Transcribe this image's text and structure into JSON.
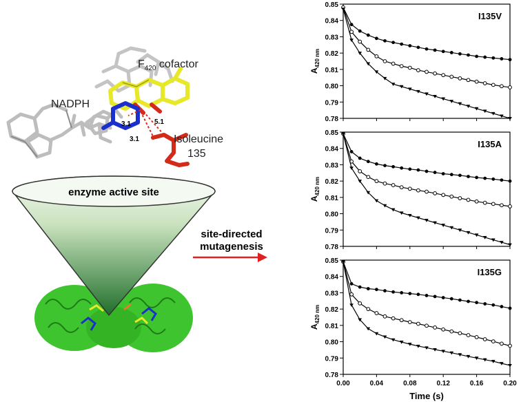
{
  "structure": {
    "cofactor_label": "F",
    "cofactor_subscript": "420",
    "cofactor_suffix": " cofactor",
    "nadph_label": "NADPH",
    "residue_label_line1": "Isoleucine",
    "residue_label_line2": "135",
    "distances": [
      "3.1",
      "5.1",
      "3.1"
    ],
    "colors": {
      "cofactor": "#e8e82a",
      "residue": "#d42a1a",
      "nadph": "#bdbdbd",
      "ring": "#1a2fcc"
    }
  },
  "cone": {
    "label": "enzyme active site",
    "colors": {
      "top": "#f2f8ee",
      "bottom": "#1f6e2a"
    },
    "protein_color": "#3ec42e"
  },
  "arrow": {
    "line1": "site-directed",
    "line2": "mutagenesis",
    "color": "#e02020"
  },
  "chart_data": [
    {
      "type": "line",
      "title": "I135V",
      "ylabel": "A",
      "ylabel_sub": "420 nm",
      "xlim": [
        0,
        0.2
      ],
      "ylim": [
        0.78,
        0.85
      ],
      "yticks": [
        0.85,
        0.84,
        0.83,
        0.82,
        0.81,
        0.8,
        0.79,
        0.78
      ],
      "ytick_labels": [
        "0.85",
        "0.84",
        "0.83",
        "0.82",
        "0.81",
        "0.80",
        "0.79",
        "0.78"
      ],
      "series": [
        {
          "marker": "filled-circle",
          "x": [
            0,
            0.01,
            0.02,
            0.03,
            0.04,
            0.05,
            0.06,
            0.07,
            0.08,
            0.09,
            0.1,
            0.11,
            0.12,
            0.13,
            0.14,
            0.15,
            0.16,
            0.17,
            0.18,
            0.19,
            0.2
          ],
          "y": [
            0.848,
            0.8375,
            0.8335,
            0.831,
            0.829,
            0.8275,
            0.8265,
            0.8255,
            0.8245,
            0.8235,
            0.8225,
            0.8218,
            0.821,
            0.8203,
            0.8195,
            0.8188,
            0.818,
            0.8175,
            0.817,
            0.8165,
            0.816
          ]
        },
        {
          "marker": "open-circle",
          "x": [
            0,
            0.01,
            0.02,
            0.03,
            0.04,
            0.05,
            0.06,
            0.07,
            0.08,
            0.09,
            0.1,
            0.11,
            0.12,
            0.13,
            0.14,
            0.15,
            0.16,
            0.17,
            0.18,
            0.19,
            0.2
          ],
          "y": [
            0.848,
            0.833,
            0.827,
            0.822,
            0.818,
            0.815,
            0.8135,
            0.812,
            0.811,
            0.8095,
            0.8085,
            0.8075,
            0.8065,
            0.8055,
            0.8045,
            0.8035,
            0.8025,
            0.8015,
            0.8005,
            0.7997,
            0.799
          ]
        },
        {
          "marker": "filled-triangle",
          "x": [
            0,
            0.01,
            0.02,
            0.03,
            0.04,
            0.05,
            0.06,
            0.07,
            0.08,
            0.09,
            0.1,
            0.11,
            0.12,
            0.13,
            0.14,
            0.15,
            0.16,
            0.17,
            0.18,
            0.19,
            0.2
          ],
          "y": [
            0.847,
            0.828,
            0.82,
            0.8135,
            0.8085,
            0.8045,
            0.801,
            0.7995,
            0.798,
            0.7965,
            0.795,
            0.7935,
            0.792,
            0.7905,
            0.789,
            0.7875,
            0.786,
            0.7845,
            0.783,
            0.7815,
            0.78
          ]
        }
      ]
    },
    {
      "type": "line",
      "title": "I135A",
      "ylabel": "A",
      "ylabel_sub": "420 nm",
      "xlim": [
        0,
        0.2
      ],
      "ylim": [
        0.78,
        0.85
      ],
      "yticks": [
        0.85,
        0.84,
        0.83,
        0.82,
        0.81,
        0.8,
        0.79,
        0.78
      ],
      "ytick_labels": [
        "0.85",
        "0.84",
        "0.83",
        "0.82",
        "0.81",
        "0.80",
        "0.79",
        "0.78"
      ],
      "series": [
        {
          "marker": "filled-circle",
          "x": [
            0,
            0.01,
            0.02,
            0.03,
            0.04,
            0.05,
            0.06,
            0.07,
            0.08,
            0.09,
            0.1,
            0.11,
            0.12,
            0.13,
            0.14,
            0.15,
            0.16,
            0.17,
            0.18,
            0.19,
            0.2
          ],
          "y": [
            0.849,
            0.838,
            0.834,
            0.832,
            0.8305,
            0.8295,
            0.8288,
            0.828,
            0.8273,
            0.8268,
            0.826,
            0.8253,
            0.8245,
            0.824,
            0.8235,
            0.8228,
            0.8222,
            0.8217,
            0.8212,
            0.8206,
            0.82
          ]
        },
        {
          "marker": "open-circle",
          "x": [
            0,
            0.01,
            0.02,
            0.03,
            0.04,
            0.05,
            0.06,
            0.07,
            0.08,
            0.09,
            0.1,
            0.11,
            0.12,
            0.13,
            0.14,
            0.15,
            0.16,
            0.17,
            0.18,
            0.19,
            0.2
          ],
          "y": [
            0.849,
            0.832,
            0.826,
            0.8225,
            0.82,
            0.8185,
            0.8175,
            0.8162,
            0.8153,
            0.8143,
            0.8135,
            0.8125,
            0.8115,
            0.8105,
            0.8095,
            0.8085,
            0.8075,
            0.8067,
            0.806,
            0.8052,
            0.8045
          ]
        },
        {
          "marker": "filled-triangle",
          "x": [
            0,
            0.01,
            0.02,
            0.03,
            0.04,
            0.05,
            0.06,
            0.07,
            0.08,
            0.09,
            0.1,
            0.11,
            0.12,
            0.13,
            0.14,
            0.15,
            0.16,
            0.17,
            0.18,
            0.19,
            0.2
          ],
          "y": [
            0.849,
            0.828,
            0.82,
            0.813,
            0.808,
            0.805,
            0.8025,
            0.8005,
            0.799,
            0.7975,
            0.796,
            0.7945,
            0.793,
            0.7915,
            0.79,
            0.7885,
            0.787,
            0.7855,
            0.784,
            0.7825,
            0.781
          ]
        }
      ]
    },
    {
      "type": "line",
      "title": "I135G",
      "ylabel": "A",
      "ylabel_sub": "420 nm",
      "xlabel": "Time (s)",
      "xlim": [
        0,
        0.2
      ],
      "ylim": [
        0.78,
        0.85
      ],
      "xticks": [
        0,
        0.04,
        0.08,
        0.12,
        0.16,
        0.2
      ],
      "xtick_labels": [
        "0.00",
        "0.04",
        "0.08",
        "0.12",
        "0.16",
        "0.20"
      ],
      "yticks": [
        0.85,
        0.84,
        0.83,
        0.82,
        0.81,
        0.8,
        0.79,
        0.78
      ],
      "ytick_labels": [
        "0.85",
        "0.84",
        "0.83",
        "0.82",
        "0.81",
        "0.80",
        "0.79",
        "0.78"
      ],
      "series": [
        {
          "marker": "filled-circle",
          "x": [
            0,
            0.01,
            0.02,
            0.03,
            0.04,
            0.05,
            0.06,
            0.07,
            0.08,
            0.09,
            0.1,
            0.11,
            0.12,
            0.13,
            0.14,
            0.15,
            0.16,
            0.17,
            0.18,
            0.19,
            0.2
          ],
          "y": [
            0.849,
            0.8355,
            0.8335,
            0.8325,
            0.832,
            0.8312,
            0.8305,
            0.83,
            0.8295,
            0.829,
            0.8283,
            0.8277,
            0.827,
            0.8263,
            0.8255,
            0.8247,
            0.824,
            0.8232,
            0.8225,
            0.8215,
            0.8205
          ]
        },
        {
          "marker": "open-circle",
          "x": [
            0,
            0.01,
            0.02,
            0.03,
            0.04,
            0.05,
            0.06,
            0.07,
            0.08,
            0.09,
            0.1,
            0.11,
            0.12,
            0.13,
            0.14,
            0.15,
            0.16,
            0.17,
            0.18,
            0.19,
            0.2
          ],
          "y": [
            0.849,
            0.829,
            0.8235,
            0.82,
            0.8175,
            0.8155,
            0.8143,
            0.8132,
            0.812,
            0.811,
            0.8098,
            0.8087,
            0.8075,
            0.8063,
            0.8052,
            0.804,
            0.8028,
            0.8015,
            0.8002,
            0.7988,
            0.7975
          ]
        },
        {
          "marker": "filled-triangle",
          "x": [
            0,
            0.01,
            0.02,
            0.03,
            0.04,
            0.05,
            0.06,
            0.07,
            0.08,
            0.09,
            0.1,
            0.11,
            0.12,
            0.13,
            0.14,
            0.15,
            0.16,
            0.17,
            0.18,
            0.19,
            0.2
          ],
          "y": [
            0.849,
            0.8225,
            0.8135,
            0.808,
            0.805,
            0.803,
            0.8012,
            0.7998,
            0.7985,
            0.7973,
            0.7963,
            0.7952,
            0.7942,
            0.7932,
            0.7921,
            0.791,
            0.79,
            0.789,
            0.788,
            0.7867,
            0.7855
          ]
        }
      ]
    }
  ]
}
